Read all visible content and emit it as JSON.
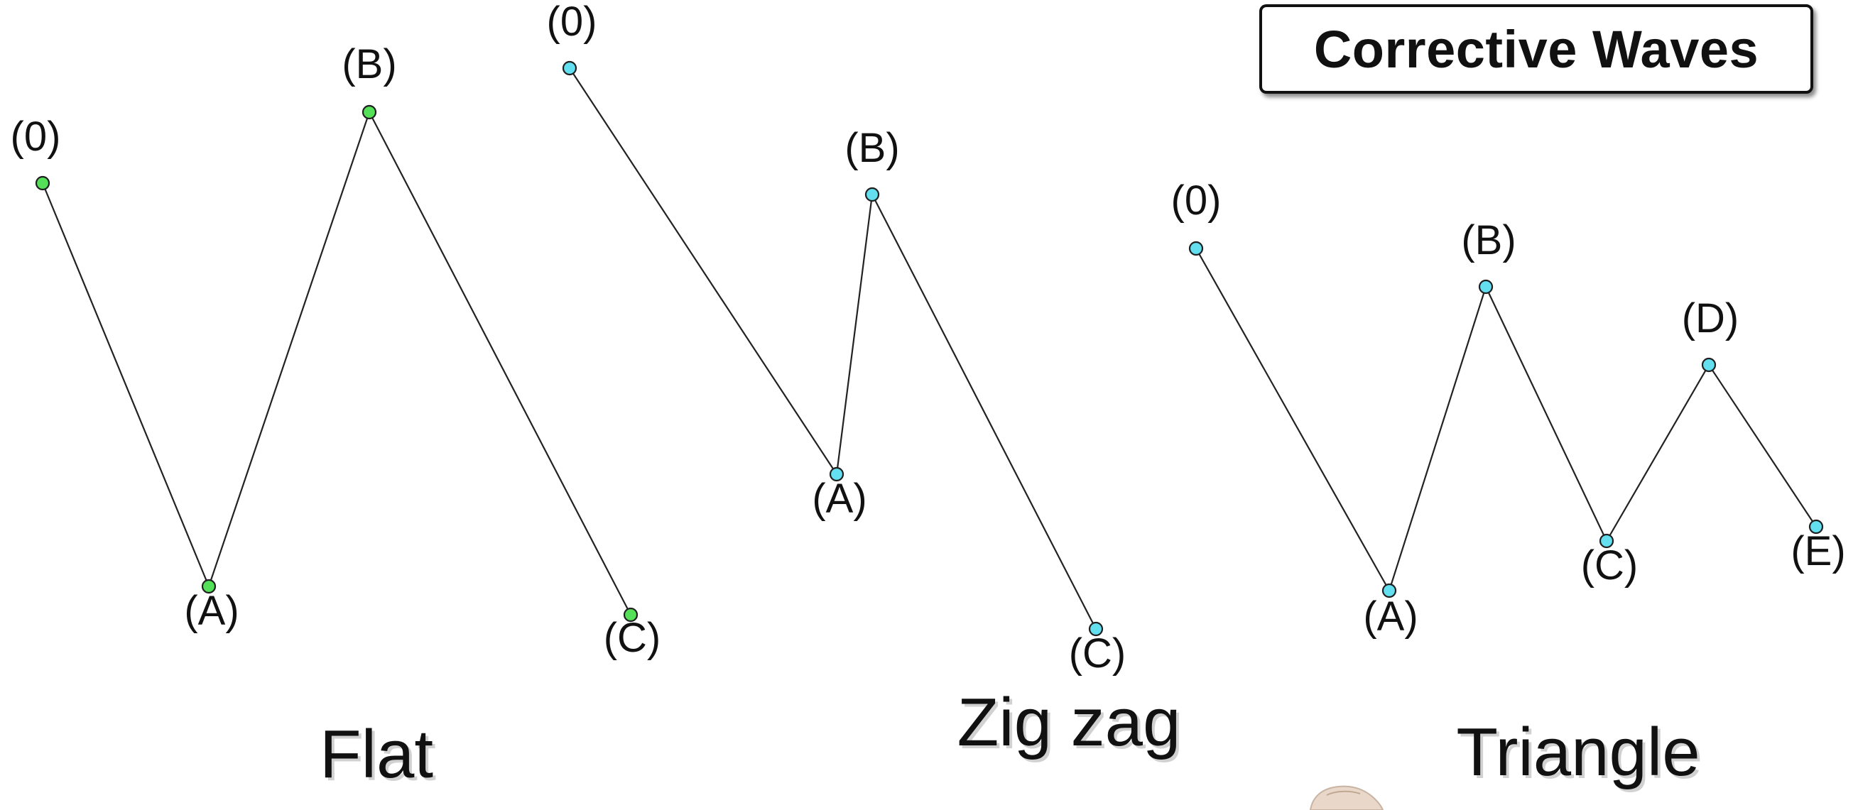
{
  "title": "Corrective Waves",
  "colors": {
    "line": "#222222",
    "flat_dot": "#55e05a",
    "wave_dot": "#63dff0",
    "dot_outline": "#1f1f1f"
  },
  "patterns": [
    {
      "name": "Flat",
      "dot_color": "#55e05a",
      "points": [
        {
          "label": "(0)"
        },
        {
          "label": "(A)"
        },
        {
          "label": "(B)"
        },
        {
          "label": "(C)"
        }
      ]
    },
    {
      "name": "Zig zag",
      "dot_color": "#63dff0",
      "points": [
        {
          "label": "(0)"
        },
        {
          "label": "(A)"
        },
        {
          "label": "(B)"
        },
        {
          "label": "(C)"
        }
      ]
    },
    {
      "name": "Triangle",
      "dot_color": "#63dff0",
      "points": [
        {
          "label": "(0)"
        },
        {
          "label": "(A)"
        },
        {
          "label": "(B)"
        },
        {
          "label": "(C)"
        },
        {
          "label": "(D)"
        },
        {
          "label": "(E)"
        }
      ]
    }
  ]
}
